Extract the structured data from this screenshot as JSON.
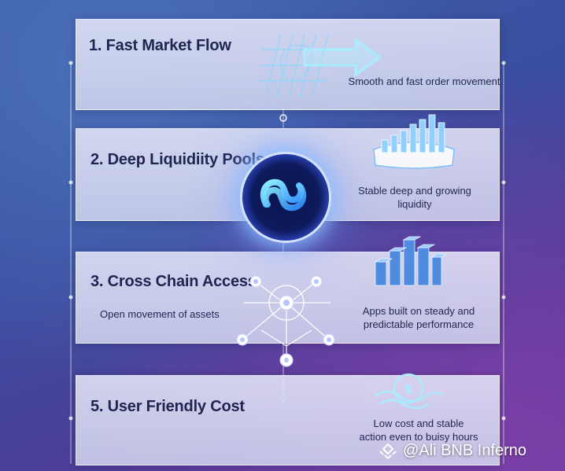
{
  "cards": [
    {
      "title": "1. Fast Market Flow",
      "description": "Smooth and fast order movement"
    },
    {
      "title": "2. Deep Liquidiity Pools",
      "description_lines": [
        "Stable deep and growing",
        "liquidity"
      ]
    },
    {
      "title": "3. Cross Chain Access",
      "left_description": "Open movement of assets",
      "description_lines": [
        "Apps built on steady and",
        "predictable performance"
      ]
    },
    {
      "title": "5. User Friendly Cost",
      "description_lines": [
        "Low cost and stable",
        "action even to buisy hours"
      ]
    }
  ],
  "icons": {
    "card1": "arrow-right-icon",
    "card2": "bar-chart-icon",
    "center": "injective-logo-icon",
    "card3": "isometric-blocks-icon",
    "network": "network-nodes-icon",
    "card4": "dollar-coin-icon",
    "watermark": "binance-diamond-icon"
  },
  "watermark": {
    "text": "@Ali BNB Inferno"
  },
  "colors": {
    "accent": "#7fd8ff",
    "text": "#1f2550",
    "card": "#e0e2f6"
  }
}
